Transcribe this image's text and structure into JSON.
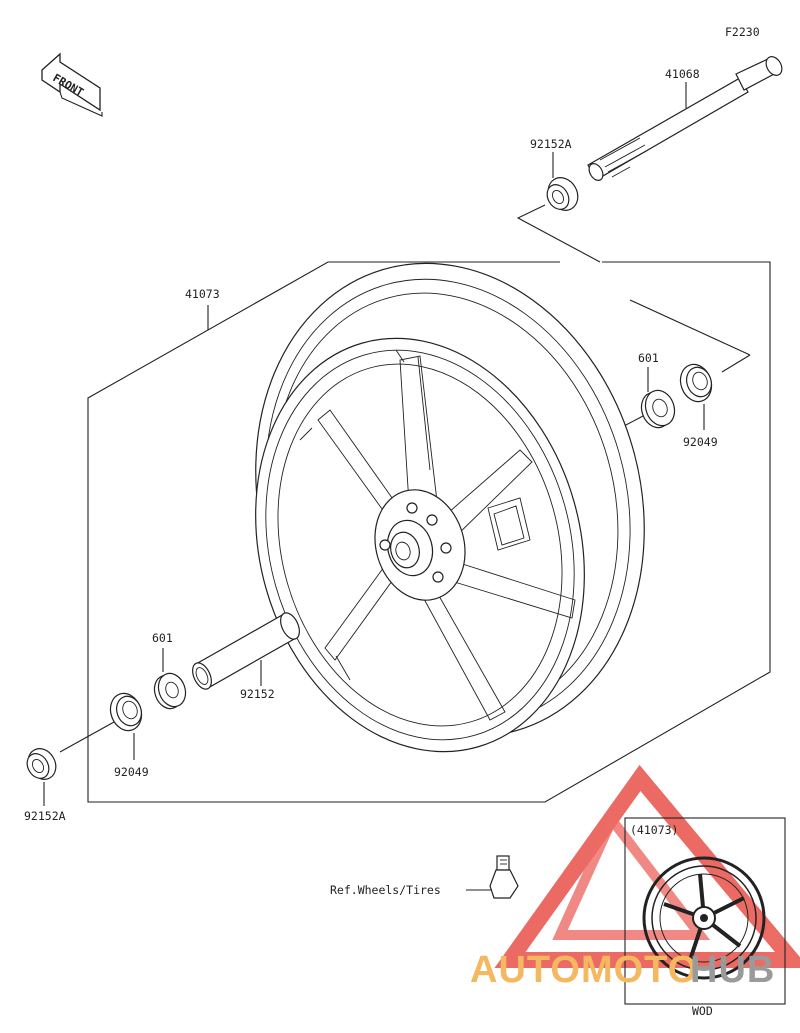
{
  "diagram": {
    "figure_code": "F2230",
    "front_label": "FRONT",
    "inset_ref": "(41073)",
    "inset_caption": "WOD",
    "ref_note": "Ref.Wheels/Tires",
    "parts": {
      "axle": "41068",
      "collar_top": "92152A",
      "wheel": "41073",
      "bearing_right": "601",
      "seal_right": "92049",
      "bearing_left": "601",
      "spacer": "92152",
      "seal_left": "92049",
      "collar_bottom": "92152A"
    },
    "watermark": {
      "part1": "AUTOMOTO",
      "part2": "HUB",
      "color1": "#f4b860",
      "color2": "#9a9a9a",
      "triangle_color": "#e8524a"
    }
  }
}
